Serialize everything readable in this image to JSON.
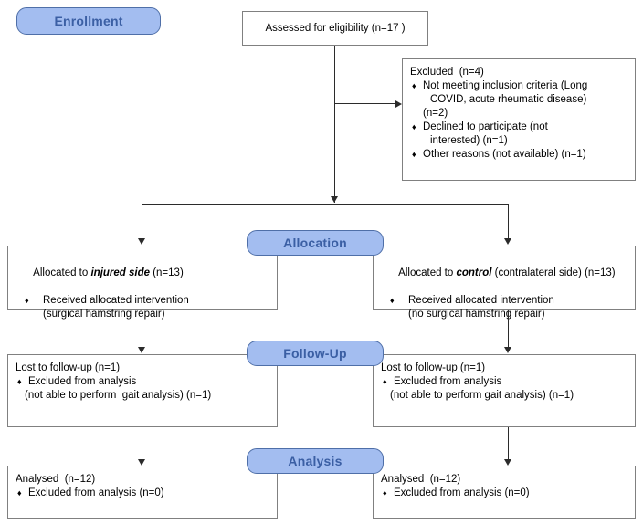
{
  "diagram": {
    "title": "CONSORT participant flow diagram",
    "colors": {
      "badge_fill": "#a3bdf0",
      "badge_border": "#4f6fa8",
      "badge_text": "#3b5fa4",
      "box_border": "#808080",
      "connector": "#2b2b2b",
      "background": "#ffffff"
    },
    "bullet_glyph": "♦"
  },
  "badges": {
    "enrollment": "Enrollment",
    "allocation": "Allocation",
    "followup": "Follow-Up",
    "analysis": "Analysis"
  },
  "boxes": {
    "assessed": {
      "text": "Assessed for eligibility (n=17 )"
    },
    "excluded": {
      "heading": "Excluded  (n=4)",
      "items": [
        {
          "lines": [
            "Not meeting inclusion criteria (Long",
            "COVID, acute rheumatic disease)",
            "(n=2)"
          ]
        },
        {
          "lines": [
            "Declined to participate (not",
            "interested) (n=1)"
          ]
        },
        {
          "lines": [
            "Other reasons (not available) (n=1)"
          ]
        }
      ]
    },
    "alloc_left": {
      "heading_pre": "Allocated to ",
      "heading_em": "injured side",
      "heading_post": " (n=13)",
      "bullet": "Received allocated intervention",
      "bullet_sub": "(surgical hamstring repair)"
    },
    "alloc_right": {
      "heading_pre": "Allocated to ",
      "heading_em": "control",
      "heading_post": " (contralateral side) (n=13)",
      "bullet": "Received allocated intervention",
      "bullet_sub": "(no surgical hamstring repair)"
    },
    "followup_left": {
      "heading": "Lost to follow-up (n=1)",
      "bullet": "Excluded from analysis",
      "bullet_sub": "(not able to perform  gait analysis) (n=1)"
    },
    "followup_right": {
      "heading": "Lost to follow-up (n=1)",
      "bullet": "Excluded from analysis",
      "bullet_sub": "(not able to perform gait analysis) (n=1)"
    },
    "analysis_left": {
      "heading": "Analysed  (n=12)",
      "bullet": "Excluded from analysis (n=0)"
    },
    "analysis_right": {
      "heading": "Analysed  (n=12)",
      "bullet": "Excluded from analysis (n=0)"
    }
  }
}
